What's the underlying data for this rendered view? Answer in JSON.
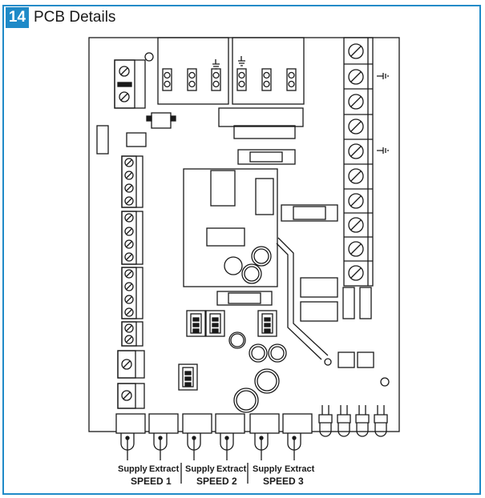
{
  "header": {
    "number": "14",
    "title": "PCB Details"
  },
  "labels": {
    "supply": "Supply",
    "extract": "Extract",
    "speed1": "SPEED 1",
    "speed2": "SPEED 2",
    "speed3": "SPEED 3"
  },
  "colors": {
    "accent": "#1f8ac8",
    "line": "#1a1a1a"
  }
}
